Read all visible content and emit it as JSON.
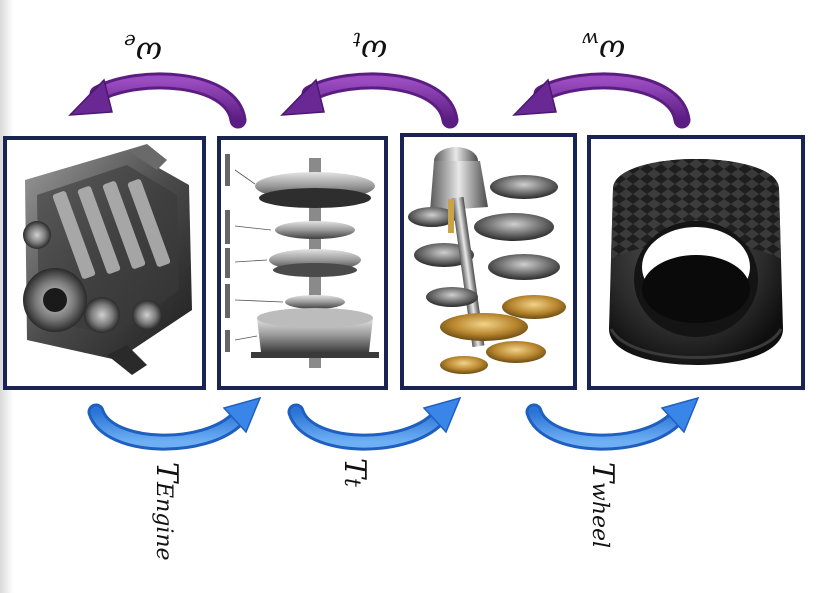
{
  "speed_labels": {
    "engine": {
      "symbol": "ω",
      "subscript": "e"
    },
    "turbine": {
      "symbol": "ω",
      "subscript": "t"
    },
    "wheel": {
      "symbol": "ω",
      "subscript": "w"
    }
  },
  "torque_labels": {
    "engine": {
      "symbol": "T",
      "subscript": "Engine"
    },
    "turbine": {
      "symbol": "T",
      "subscript": "t"
    },
    "wheel": {
      "symbol": "T",
      "subscript": "wheel"
    }
  },
  "panels": [
    {
      "id": "engine",
      "icon": "engine-image"
    },
    {
      "id": "torque-converter",
      "icon": "torque-converter-exploded-image"
    },
    {
      "id": "gearbox",
      "icon": "gearbox-image"
    },
    {
      "id": "wheel",
      "icon": "tire-image"
    }
  ],
  "colors": {
    "frame": "#1a2452",
    "speed_arrow": "#7b2a9e",
    "torque_arrow": "#3a86e8"
  }
}
